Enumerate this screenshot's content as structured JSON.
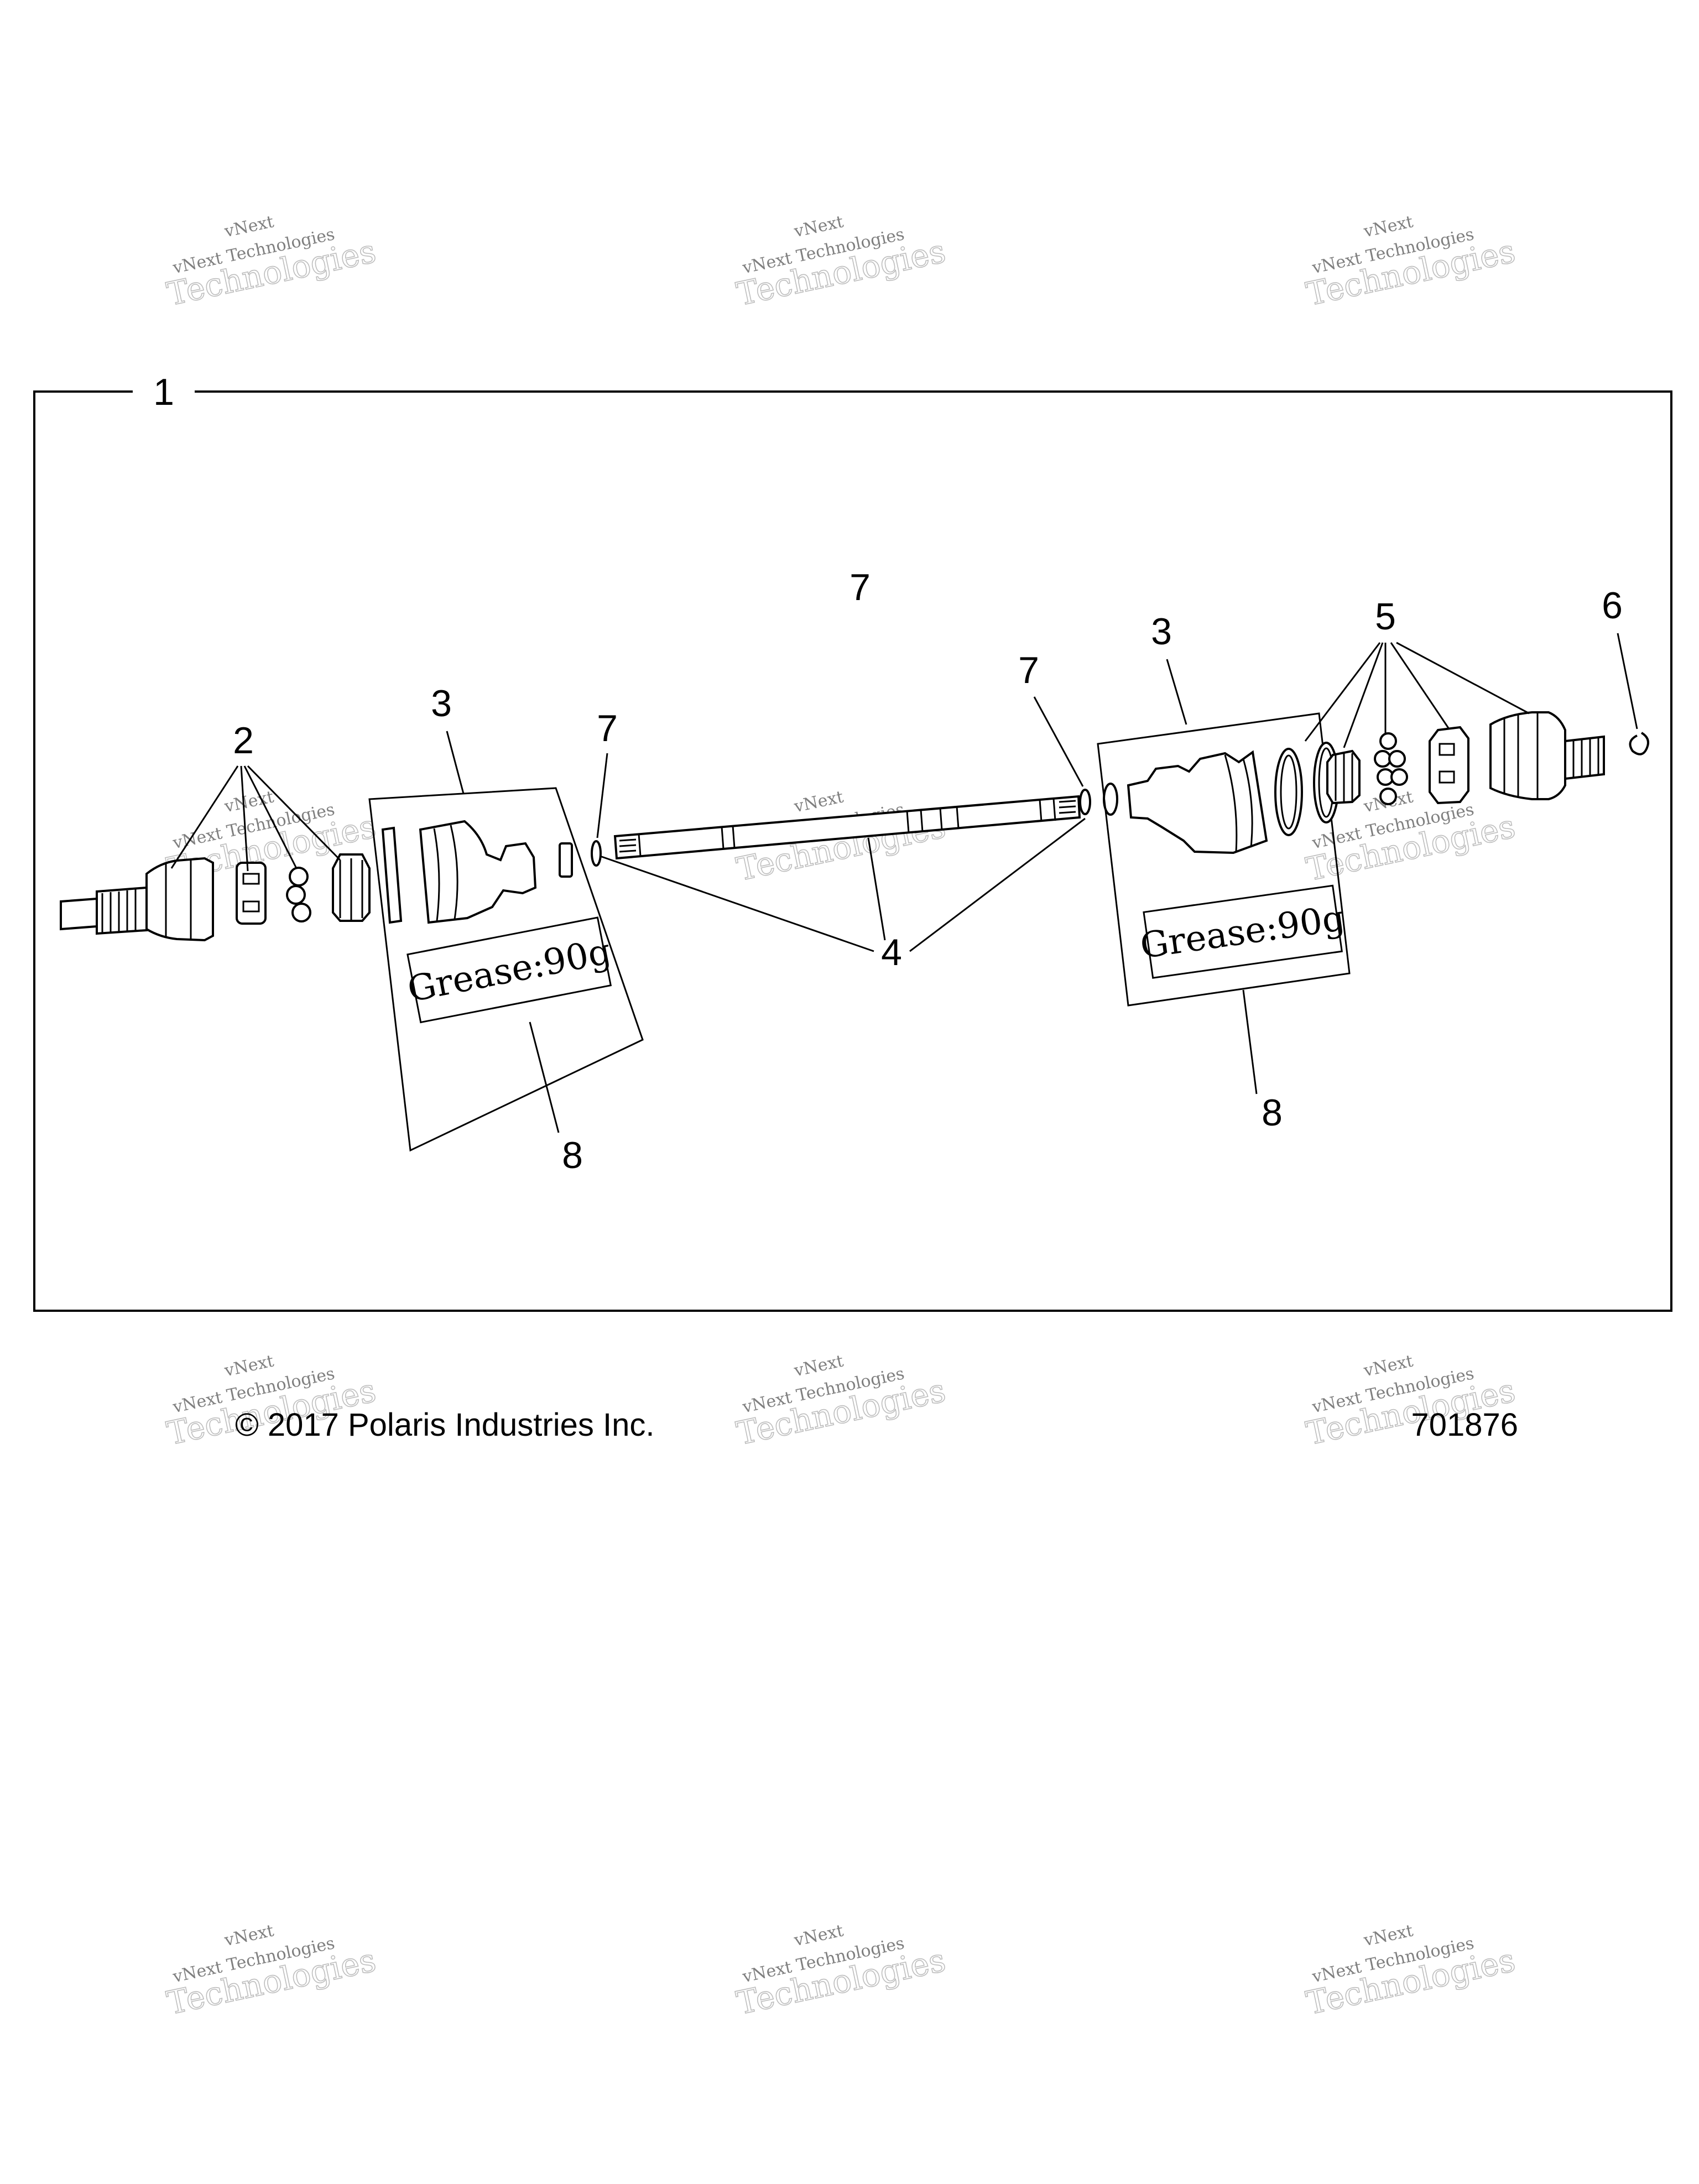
{
  "callouts": {
    "assembly": "1",
    "outer_cv_joint": "2",
    "boot_kit_left": "3",
    "boot_kit_right": "3",
    "shaft": "4",
    "inner_cv_joint": "5",
    "retaining_ring": "6",
    "ring_top": "7",
    "ring_left": "7",
    "ring_right": "7",
    "grease_left": "8",
    "grease_right": "8"
  },
  "grease_label": "Grease:90g",
  "footer": {
    "copyright": "© 2017 Polaris Industries Inc.",
    "part_number": "701876"
  },
  "watermark": {
    "line1": "vNext",
    "line2": "vNext Technologies",
    "line3": "Technologies"
  }
}
